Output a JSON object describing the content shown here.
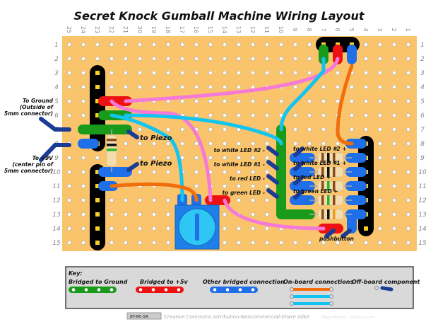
{
  "title": "Secret Knock Gumball Machine Wiring Layout",
  "columns": [
    "25",
    "24",
    "23",
    "22",
    "21",
    "20",
    "19",
    "18",
    "17",
    "16",
    "15",
    "14",
    "13",
    "12",
    "11",
    "10",
    "9",
    "8",
    "7",
    "6",
    "5",
    "4",
    "3",
    "2",
    "1"
  ],
  "rows": [
    "1",
    "2",
    "3",
    "4",
    "5",
    "6",
    "7",
    "8",
    "9",
    "10",
    "11",
    "12",
    "13",
    "14",
    "15"
  ],
  "labels": {
    "ground": [
      "To Ground",
      "(Outside of",
      "5mm connector)"
    ],
    "plus9v": [
      "To +9V",
      "(center pin of",
      "5mm connector)"
    ],
    "piezo1": "to Piezo",
    "piezo2": "to Piezo",
    "led_minus": [
      "to white LED #2 -",
      "to white LED #1 -",
      "to red LED -",
      "to green LED -"
    ],
    "led_plus": [
      "to white LED #2 +",
      "to white LED #1 +",
      "to red LED +",
      "to green LED +"
    ],
    "pushbutton": "pushbutton"
  },
  "key": {
    "heading": "Key:",
    "ground": "Bridged to Ground",
    "plus5v": "Bridged to +5v",
    "other": "Other bridged connection",
    "onboard": "On-board connections",
    "offboard": "Off-board component"
  },
  "footer": {
    "badge": "BY-NC-SA",
    "license": "Creative Commons Attribution-Noncommercial-Share Alike",
    "credit": "Steve Hoefer · Grathio.com"
  },
  "colors": {
    "board": "#f9c46b",
    "ground": "#1a9a1a",
    "plus5v": "#ee1111",
    "other": "#1f6fe8",
    "orange": "#f26d0c",
    "cyan": "#13c4f0",
    "pink": "#f57ad8",
    "offboard": "#1b3c94"
  }
}
